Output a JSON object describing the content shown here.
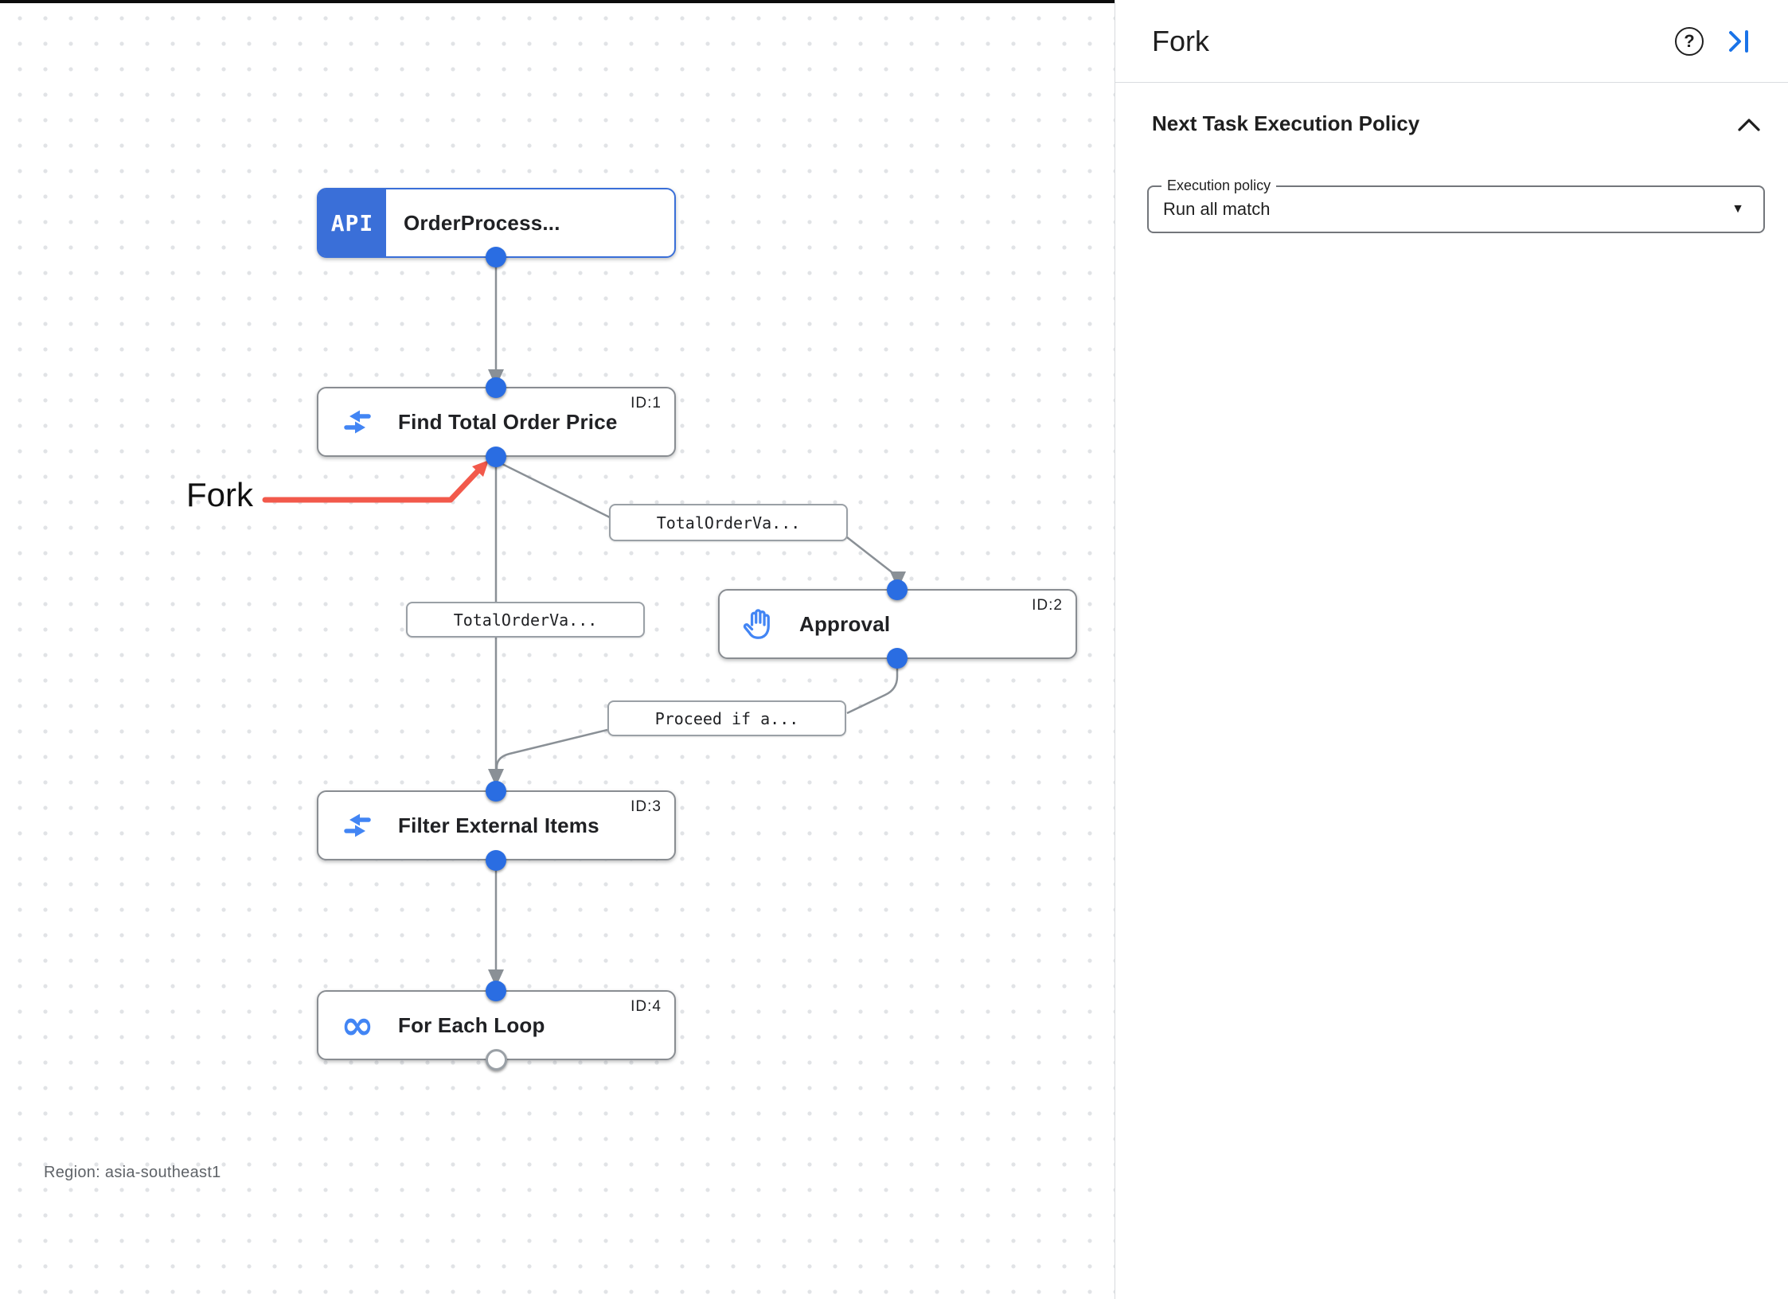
{
  "panel": {
    "title": "Fork",
    "help_label": "?",
    "section_title": "Next Task Execution Policy",
    "execution_policy_label": "Execution policy",
    "execution_policy_value": "Run all match",
    "caret_glyph": "▼"
  },
  "canvas": {
    "annotation_label": "Fork",
    "region_label": "Region: asia-southeast1",
    "loop_icon_glyph": "∞",
    "nodes": [
      {
        "title": "OrderProcess...",
        "badge": "API",
        "id_label": ""
      },
      {
        "title": "Find Total Order Price",
        "id_label": "ID:1"
      },
      {
        "title": "Approval",
        "id_label": "ID:2"
      },
      {
        "title": "Filter External Items",
        "id_label": "ID:3"
      },
      {
        "title": "For Each Loop",
        "id_label": "ID:4"
      }
    ],
    "edge_labels": [
      {
        "text": "TotalOrderVa..."
      },
      {
        "text": "TotalOrderVa..."
      },
      {
        "text": "Proceed if a..."
      }
    ]
  },
  "colors": {
    "accent_blue": "#4285f4",
    "trigger_blue": "#3a6fd8",
    "dot_blue": "#2a6de2",
    "link_blue": "#1a73e8",
    "annotation_red": "#f2594b",
    "edge_gray": "#8a9096",
    "text_dark": "#202124",
    "text_gray": "#5f6368"
  }
}
